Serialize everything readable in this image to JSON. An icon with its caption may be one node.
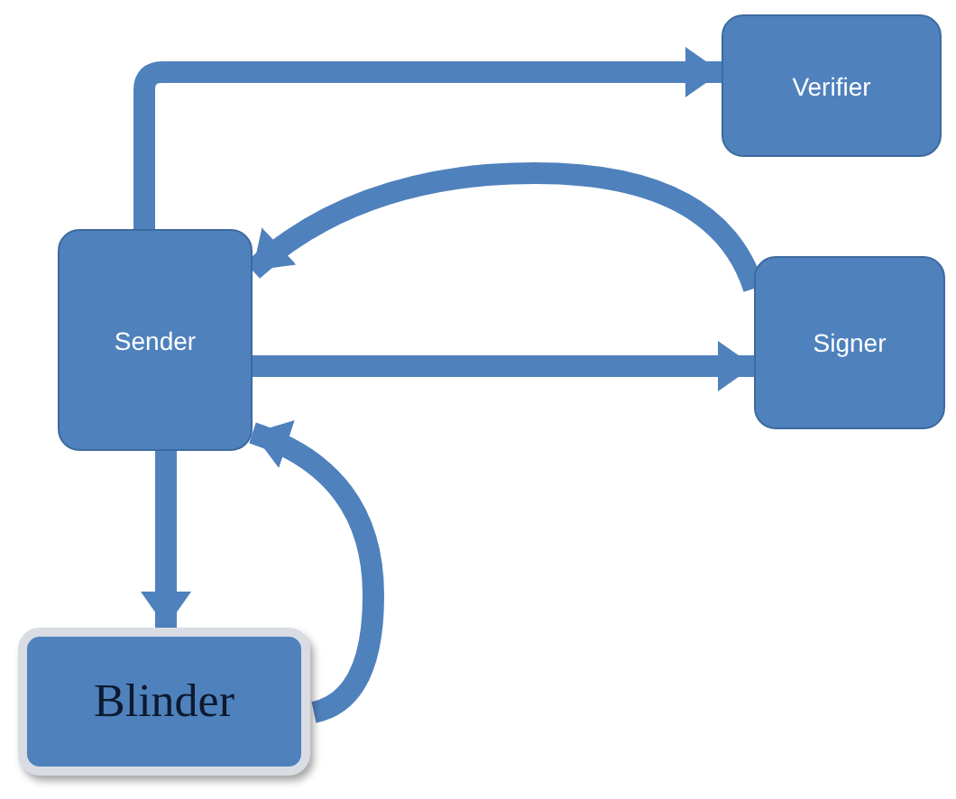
{
  "diagram": {
    "nodes": [
      {
        "text": [
          "Sender"
        ]
      },
      {
        "text": [
          "Verifier"
        ]
      },
      {
        "text": [
          "Signer"
        ]
      },
      {
        "text": [
          "Blinder"
        ]
      }
    ],
    "edges": [
      {
        "from": 0,
        "to": 1,
        "arrow": "to"
      },
      {
        "from": 2,
        "to": 0,
        "arrow": "to"
      },
      {
        "from": 0,
        "to": 2,
        "arrow": "to"
      },
      {
        "from": 0,
        "to": 3,
        "arrow": "to"
      },
      {
        "from": 3,
        "to": 0,
        "arrow": "to"
      }
    ]
  }
}
